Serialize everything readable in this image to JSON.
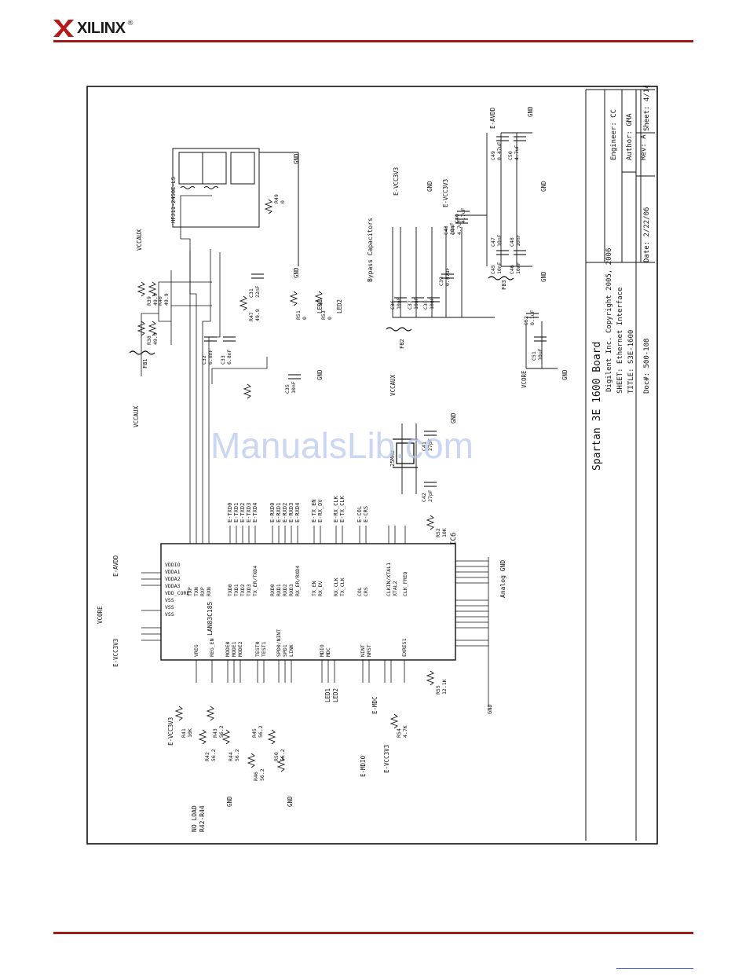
{
  "header": {
    "brand": "XILINX",
    "registered": "®"
  },
  "watermark": "ManualsLib.com",
  "title_block": {
    "board": "Spartan 3E 1600 Board",
    "company": "Digilent Inc.",
    "copyright": "Copyright 2005, 2006",
    "engineer": "Engineer: CC",
    "author": "Author: GMA",
    "rev": "Rev: A",
    "sheet_name": "SHEET: Ethernet Interface",
    "title": "TITLE: S3E-1600",
    "doc": "Doc#: 500-108",
    "date": "Date: 2/22/06",
    "sheet_num": "Sheet: 4/14"
  },
  "labels": {
    "ic6": "IC6",
    "ic_name": "LAN83C185",
    "analog_gnd": "Analog GND",
    "bypass": "Bypass Capacitors",
    "no_load": "NO LOAD",
    "no_load_parts": "R42-R44",
    "j_connector": "HFJ11-2450E-LS",
    "fb1": "FB1",
    "fb2": "FB2",
    "fb3": "FB3",
    "vccaux": "VCCAUX",
    "e_avdd": "E-AVDD",
    "vcore": "VCORE",
    "e_vcc3v3": "E-VCC3V3",
    "e_mdio": "E-MDIO",
    "e_mdc": "E-MDC",
    "gnd": "GND",
    "ledn": "LED1",
    "ledc": "LED2",
    "crystal": "25MHz"
  },
  "pins_tx": [
    "E-TXD0",
    "E-TXD1",
    "E-TXD2",
    "E-TXD3",
    "E-TXD4"
  ],
  "pins_rx": [
    "E-RXD0",
    "E-RXD1",
    "E-RXD2",
    "E-RXD3",
    "E-RXD4"
  ],
  "pins_ctrl": [
    "E-TX_EN",
    "E-RX_DV",
    "E-RX_CLK",
    "E-TX_CLK",
    "E-COL",
    "E-CRS"
  ],
  "ic_pins_top": [
    "TXP",
    "TXN",
    "RXP",
    "RXN",
    "TXD0",
    "TXD1",
    "TXD2",
    "TXD3",
    "TX_ER/TXD4",
    "RXD0",
    "RXD1",
    "RXD2",
    "RXD3",
    "RX_ER/RXD4",
    "TX_EN",
    "RX_DV",
    "RX_CLK",
    "TX_CLK",
    "COL",
    "CRS",
    "CLKIN/XTAL1",
    "XTAL2",
    "CLK_FREQ"
  ],
  "ic_pins_left": [
    "VDDIO",
    "VDDA1",
    "VDDA2",
    "VDDA3",
    "VDD_CORE",
    "VSS",
    "VSS",
    "VSS",
    "VREG",
    "REG_EN",
    "MODE0",
    "MODE1",
    "MODE2",
    "TEST0",
    "TEST1",
    "SPD0/NINT",
    "SPD1",
    "LINK",
    "MDIO",
    "MDC",
    "NINT",
    "NRST",
    "EXRES1"
  ],
  "caps": [
    {
      "ref": "C31",
      "value": "22nF"
    },
    {
      "ref": "C32",
      "value": "6.8nF"
    },
    {
      "ref": "C33",
      "value": "6.8nF"
    },
    {
      "ref": "C35",
      "value": "10nF"
    },
    {
      "ref": "C36",
      "value": "10nF"
    },
    {
      "ref": "C37",
      "value": "10nF"
    },
    {
      "ref": "C38",
      "value": "10nF"
    },
    {
      "ref": "C39",
      "value": "0.47uF"
    },
    {
      "ref": "C40",
      "value": "4.7uF"
    },
    {
      "ref": "C41",
      "value": "27pF"
    },
    {
      "ref": "C42",
      "value": "27pF"
    },
    {
      "ref": "C43",
      "value": "10nF"
    },
    {
      "ref": "C44",
      "value": "4.7uF"
    },
    {
      "ref": "C45",
      "value": "10nF"
    },
    {
      "ref": "C46",
      "value": "10nF"
    },
    {
      "ref": "C47",
      "value": "10nF"
    },
    {
      "ref": "C48",
      "value": "10nF"
    },
    {
      "ref": "C49",
      "value": "0.47uF"
    },
    {
      "ref": "C50",
      "value": "4.7uF"
    },
    {
      "ref": "C51",
      "value": "10uF"
    },
    {
      "ref": "C52",
      "value": "0.1uF"
    }
  ],
  "resistors": [
    {
      "ref": "R38",
      "value": "49.9"
    },
    {
      "ref": "R39",
      "value": "49.9"
    },
    {
      "ref": "R40",
      "value": "49.9"
    },
    {
      "ref": "R41",
      "value": "10K"
    },
    {
      "ref": "R42",
      "value": "56.2"
    },
    {
      "ref": "R43",
      "value": "56.2"
    },
    {
      "ref": "R44",
      "value": "56.2"
    },
    {
      "ref": "R45",
      "value": "56.2"
    },
    {
      "ref": "R46",
      "value": "56.2"
    },
    {
      "ref": "R47",
      "value": "49.9"
    },
    {
      "ref": "R49",
      "value": "0"
    },
    {
      "ref": "R50",
      "value": "56.2"
    },
    {
      "ref": "R51",
      "value": "0"
    },
    {
      "ref": "R52",
      "value": "10K"
    },
    {
      "ref": "R53",
      "value": "0"
    },
    {
      "ref": "R54",
      "value": "4.7K"
    },
    {
      "ref": "R55",
      "value": "12.1K"
    }
  ]
}
